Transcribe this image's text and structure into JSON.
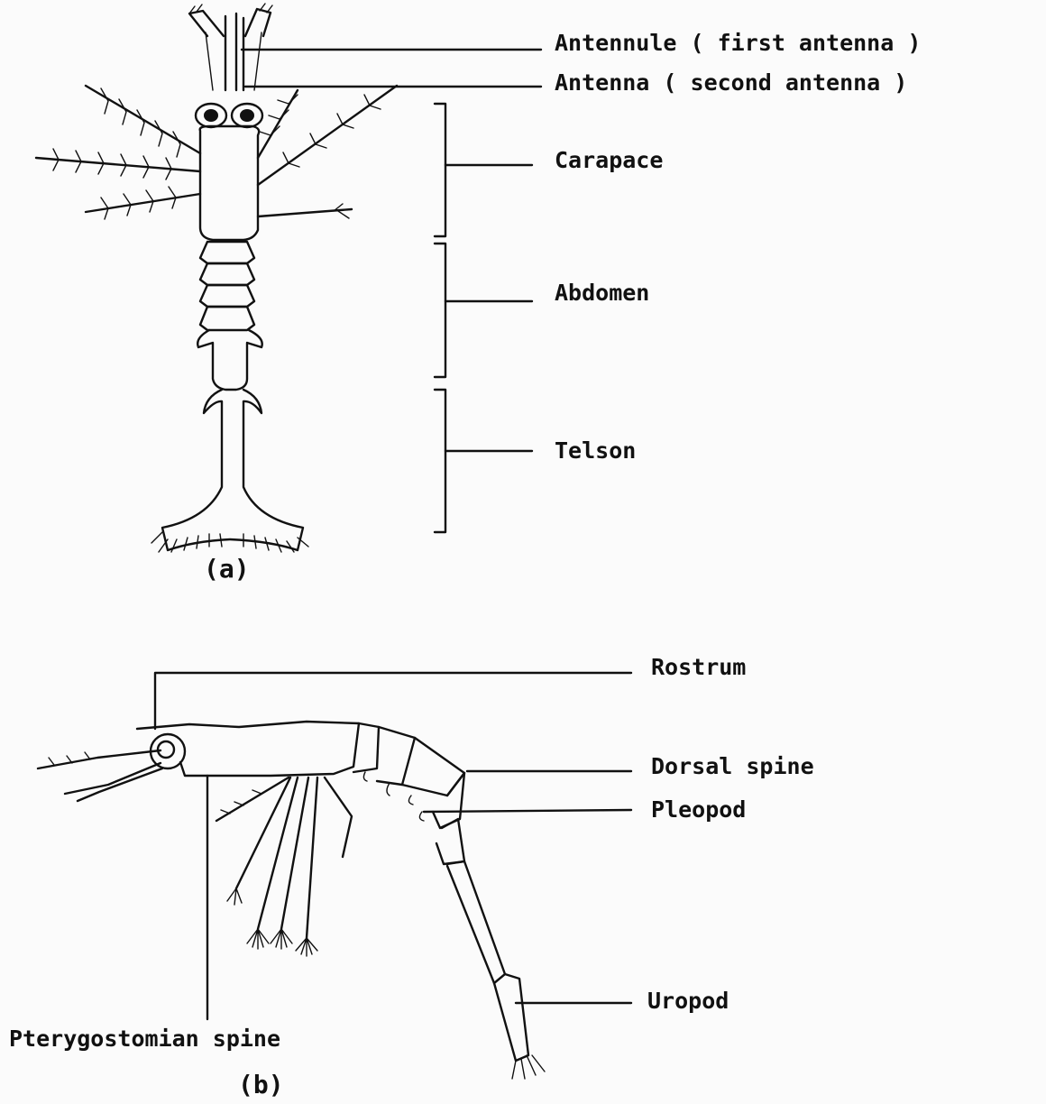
{
  "figure_a": {
    "caption": "(a)",
    "labels": {
      "antennule": "Antennule ( first antenna )",
      "antenna": "Antenna ( second antenna )",
      "carapace": "Carapace",
      "abdomen": "Abdomen",
      "telson": "Telson"
    }
  },
  "figure_b": {
    "caption": "(b)",
    "labels": {
      "rostrum": "Rostrum",
      "dorsal_spine": "Dorsal spine",
      "pleopod": "Pleopod",
      "uropod": "Uropod",
      "pterygostomian_spine": "Pterygostomian spine"
    }
  }
}
